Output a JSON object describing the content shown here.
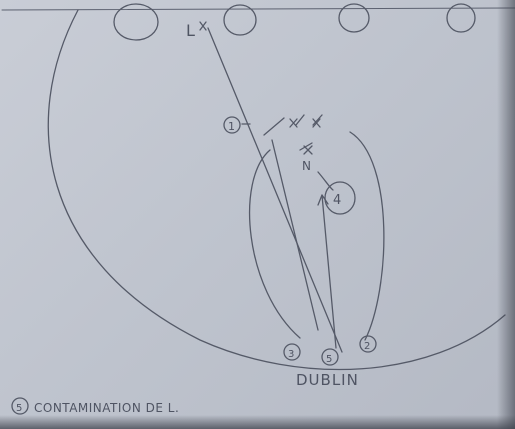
{
  "sketch": {
    "player_l": "L",
    "marker_1": "1",
    "marker_2": "2",
    "marker_3": "3",
    "marker_4": "4",
    "marker_5": "5",
    "marker_n": "N",
    "goal_label": "DUBLIN",
    "caption_number": "5",
    "caption": "CONTAMINATION DE L."
  },
  "colors": {
    "paper": "#c4c9d3",
    "ink": "#555a68"
  }
}
